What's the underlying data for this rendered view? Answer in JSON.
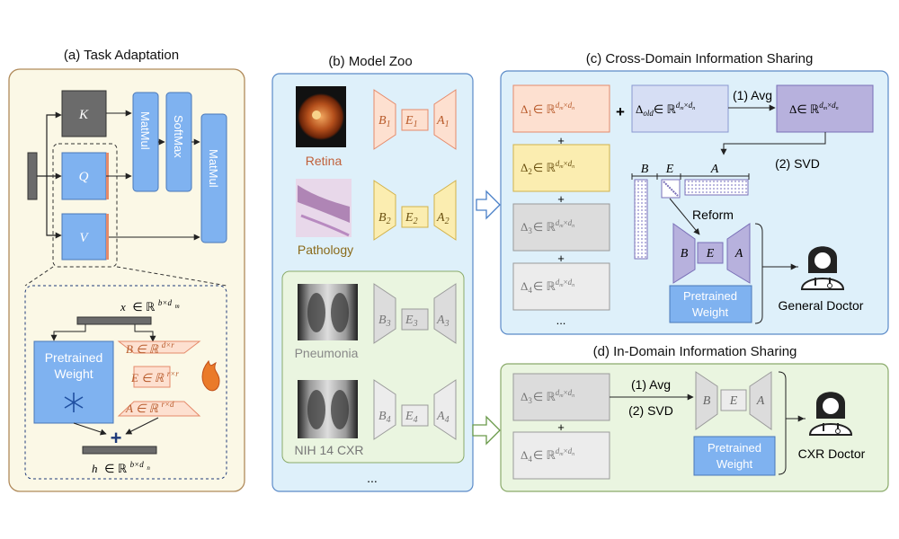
{
  "panels": {
    "a": {
      "title": "(a) Task Adaptation",
      "K": "K",
      "Q": "Q",
      "V": "V",
      "matmul1": "MatMul",
      "softmax": "SoftMax",
      "matmul2": "MatMul",
      "x_var": "x",
      "x_dom": "∈ ℝ",
      "x_sup": "b×d",
      "pretrained": "Pretrained Weight",
      "pretrained_l1": "Pretrained",
      "pretrained_l2": "Weight",
      "B_text": "B ∈ ℝ",
      "B_sup": "d×r",
      "E_text": "E ∈ ℝ",
      "E_sup": "r×r",
      "A_text": "A ∈ ℝ",
      "A_sup": "r×d",
      "h_var": "h",
      "h_dom": "∈ ℝ",
      "h_sup": "b×d",
      "sub_m": "m",
      "sub_n": "n",
      "plus": "+"
    },
    "b": {
      "title": "(b) Model Zoo",
      "domains": [
        {
          "name": "Retina",
          "B": "B",
          "E": "E",
          "A": "A",
          "idx": "1",
          "color": "#c0603a"
        },
        {
          "name": "Pathology",
          "B": "B",
          "E": "E",
          "A": "A",
          "idx": "2",
          "color": "#8a6a1a"
        },
        {
          "name": "Pneumonia",
          "B": "B",
          "E": "E",
          "A": "A",
          "idx": "3",
          "color": "#888888"
        },
        {
          "name": "NIH 14 CXR",
          "B": "B",
          "E": "E",
          "A": "A",
          "idx": "4",
          "color": "#777777"
        }
      ],
      "ellipsis": "..."
    },
    "c": {
      "title": "(c) Cross-Domain Information Sharing",
      "deltas": [
        {
          "sym": "Δ",
          "idx": "1",
          "dom": "∈ ℝ"
        },
        {
          "sym": "Δ",
          "idx": "2",
          "dom": "∈ ℝ"
        },
        {
          "sym": "Δ",
          "idx": "3",
          "dom": "∈ ℝ"
        },
        {
          "sym": "Δ",
          "idx": "4",
          "dom": "∈ ℝ"
        }
      ],
      "delta_sup": "d",
      "sup_m": "m",
      "sup_n": "n",
      "delta_old_sym": "Δ",
      "delta_old_sub": "old",
      "delta_dom": "∈ ℝ",
      "delta_avg": "Δ∈ ℝ",
      "step1": "(1) Avg",
      "step2": "(2) SVD",
      "reform": "Reform",
      "B": "B",
      "E": "E",
      "A": "A",
      "pretrained_l1": "Pretrained",
      "pretrained_l2": "Weight",
      "doctor": "General Doctor",
      "plus": "+",
      "ellipsis": "..."
    },
    "d": {
      "title": "(d) In-Domain Information Sharing",
      "deltas": [
        {
          "sym": "Δ",
          "idx": "3",
          "dom": "∈ ℝ"
        },
        {
          "sym": "Δ",
          "idx": "4",
          "dom": "∈ ℝ"
        }
      ],
      "step1": "(1) Avg",
      "step2": "(2) SVD",
      "B": "B",
      "E": "E",
      "A": "A",
      "pretrained_l1": "Pretrained",
      "pretrained_l2": "Weight",
      "doctor": "CXR Doctor",
      "plus": "+"
    }
  },
  "colors": {
    "panel_a_bg": "#fbf8e6",
    "panel_b_bg": "#def0fa",
    "panel_c_bg": "#def0fa",
    "panel_d_bg": "#eaf5e0",
    "blue_box": "#7fb2f0",
    "gray_box": "#6b6b6b",
    "purple": "#b7b1dd",
    "orange_fill": "#fde0d0",
    "orange_edge": "#e58a6a",
    "yellow_fill": "#fbedb0",
    "yellow_edge": "#d2b24a",
    "gray_fill": "#dcdcdc",
    "gray_edge": "#9a9a9a"
  }
}
